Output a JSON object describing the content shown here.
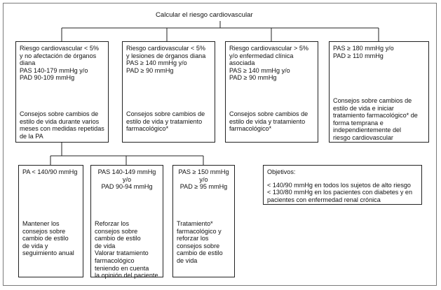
{
  "title": "Calcular el riesgo cardiovascular",
  "boxes": [
    {
      "top": [
        "Riesgo cardiovascular < 5%",
        "y no afectación de órganos",
        "diana",
        "PAS 140-179 mmHg y/o",
        "PAD 90-109 mmHg"
      ],
      "bottom": [
        "Consejos sobre cambios de",
        "estilo de vida durante varios",
        "meses con medidas repetidas",
        "de la PA"
      ]
    },
    {
      "top": [
        "Riesgo cardiovascular < 5%",
        "y lesiones de órganos diana",
        "PAS ≥ 140 mmHg y/o",
        "PAD ≥ 90 mmHg"
      ],
      "bottom": [
        "Consejos sobre cambios de",
        "estilo de vida y tratamiento",
        "farmacológico*"
      ]
    },
    {
      "top": [
        "Riesgo cardiovascular > 5%",
        "y/o enfermedad clínica",
        "asociada",
        "PAS ≥ 140 mmHg y/o",
        "PAD ≥ 90 mmHg"
      ],
      "bottom": [
        "Consejos sobre cambios de",
        "estilo de vida y tratamiento",
        "farmacológico*"
      ]
    },
    {
      "top": [
        "PAS ≥ 180 mmHg y/o",
        "PAD ≥ 110 mmHg"
      ],
      "bottom": [
        "Consejos sobre cambios de",
        "estilo de vida e iniciar",
        "tratamiento farmacológico* de",
        "forma temprana e",
        "independientemente del",
        "riesgo cardiovascular"
      ]
    },
    {
      "top": [
        "PA < 140/90 mmHg"
      ],
      "bottom": [
        "Mantener los",
        "consejos sobre",
        "cambio de estilo",
        "de vida y",
        "seguimiento anual"
      ]
    },
    {
      "top": [
        "PAS 140-149 mmHg",
        "y/o",
        "PAD 90-94 mmHg"
      ],
      "bottom": [
        "Reforzar los",
        "consejos sobre",
        "cambio de estilo",
        "de vida",
        "Valorar tratamiento",
        "farmacológico",
        "teniendo en cuenta",
        "la opinión del paciente"
      ]
    },
    {
      "top": [
        "PAS ≥ 150 mmHg",
        "y/o",
        "PAD ≥ 95 mmHg"
      ],
      "bottom": [
        "Tratamiento*",
        "farmacológico y",
        "reforzar los",
        "consejos sobre",
        "cambio de estilo",
        "de vida"
      ]
    }
  ],
  "objectives": {
    "heading": "Objetivos:",
    "lines": [
      "< 140/90 mmHg en todos los sujetos de alto riesgo",
      "< 130/80 mmHg en los pacientes con diabetes y en",
      "pacientes con enfermedad renal crónica"
    ]
  }
}
